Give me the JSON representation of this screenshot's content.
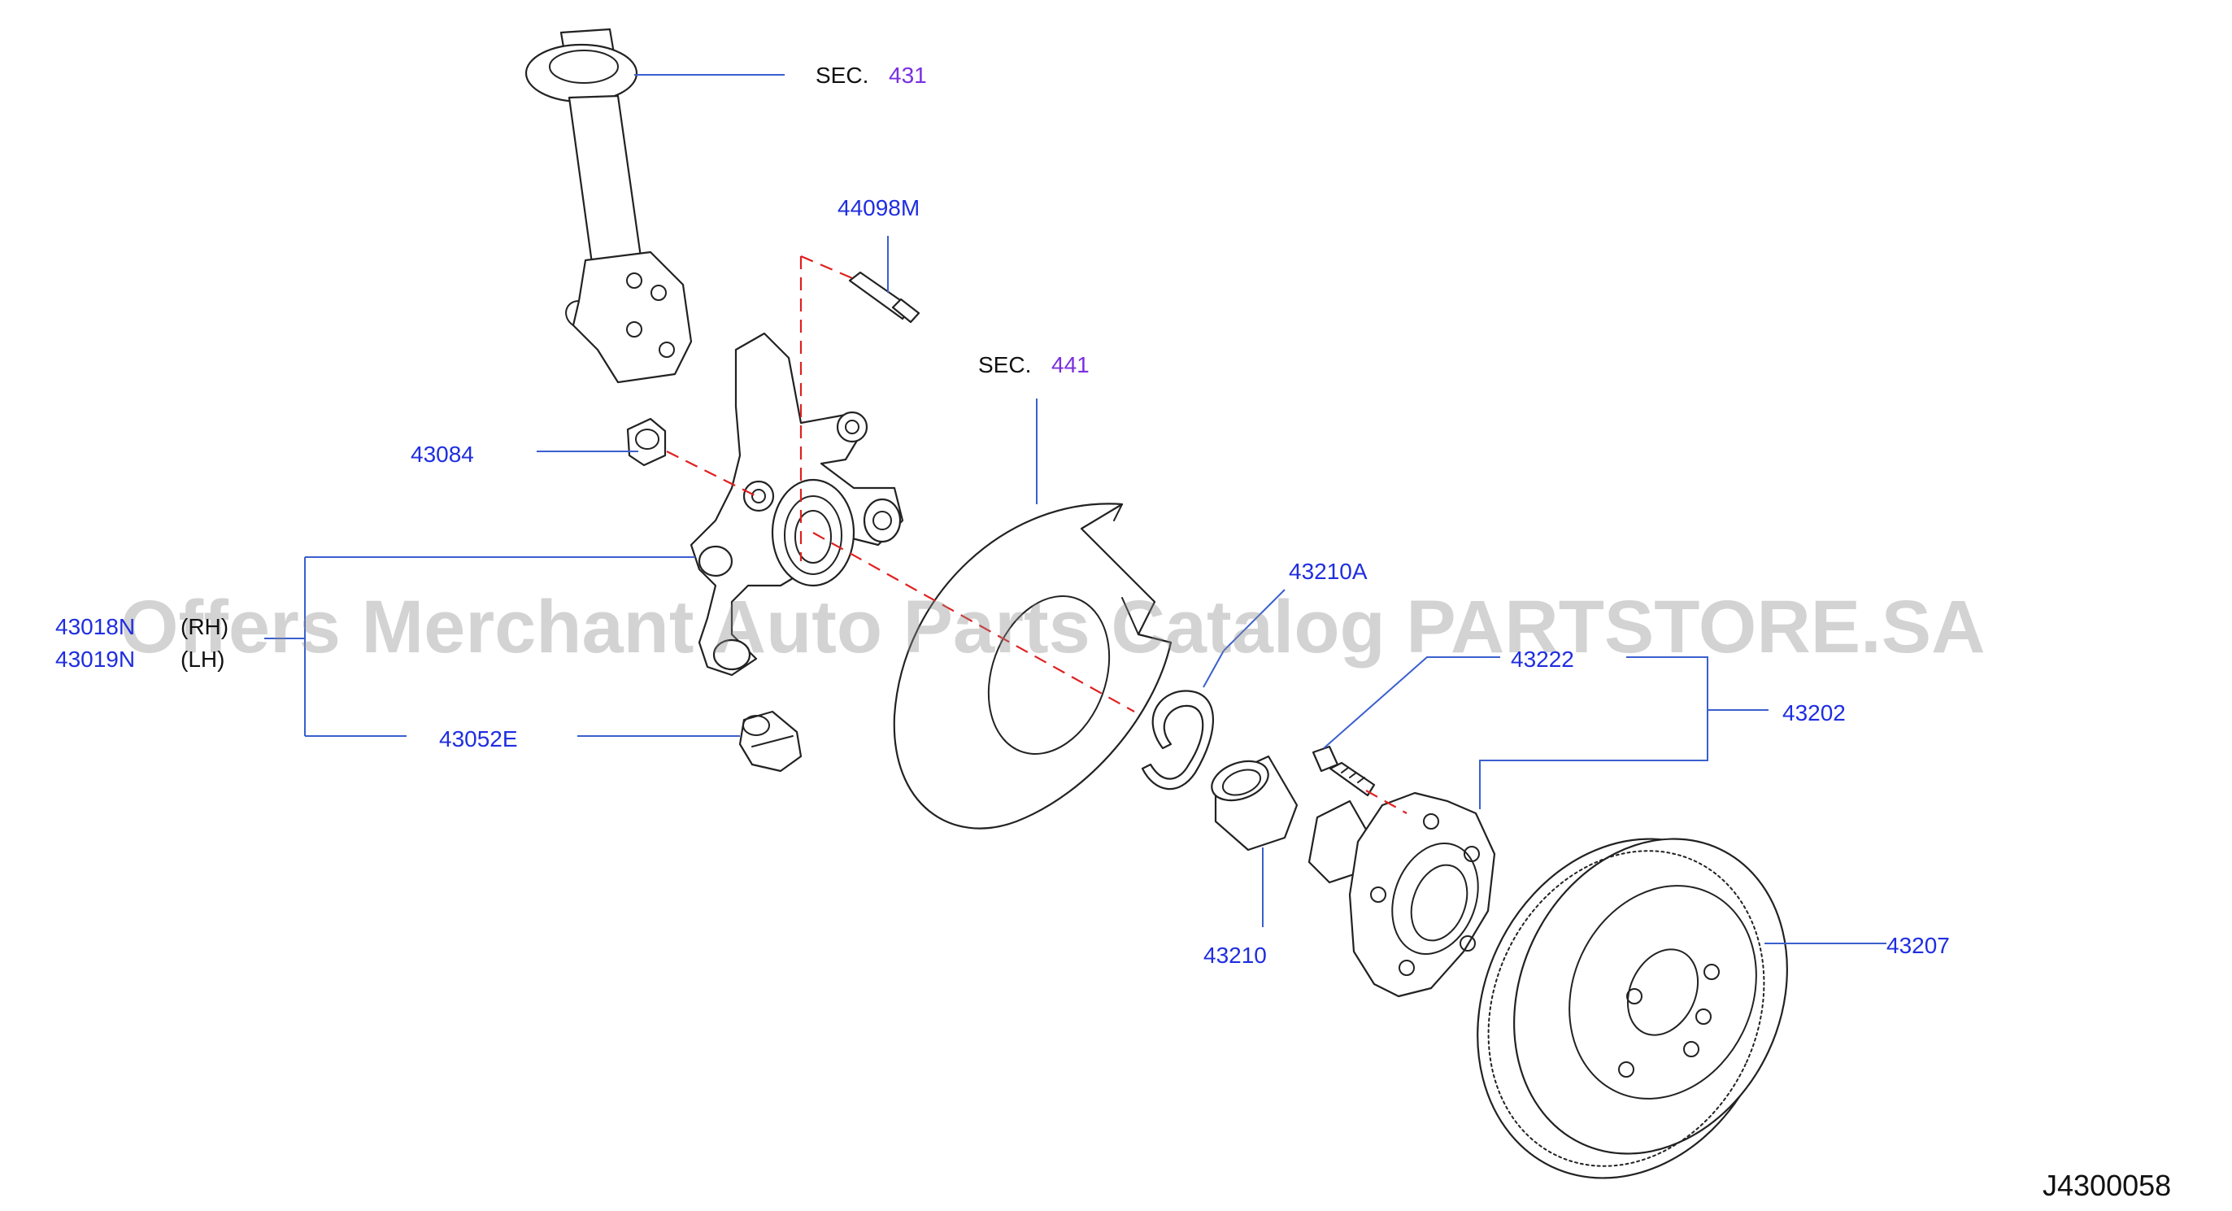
{
  "diagram": {
    "sections": [
      {
        "label": "SEC.",
        "number": "431"
      },
      {
        "label": "SEC.",
        "number": "441"
      }
    ],
    "parts": {
      "p44098M": "44098M",
      "p43084": "43084",
      "p43018N": "43018N",
      "p43019N": "43019N",
      "rh": "(RH)",
      "lh": "(LH)",
      "p43052E": "43052E",
      "p43210A": "43210A",
      "p43222": "43222",
      "p43202": "43202",
      "p43210": "43210",
      "p43207": "43207"
    },
    "illustration_code": "J4300058",
    "watermark": "Offers Merchant Auto Parts Catalog PARTSTORE.SA",
    "colors": {
      "part_number": "#1f2ee0",
      "section_number": "#7a2fe0",
      "leader_line": "#3a5fcf",
      "centerline": "#e02020"
    }
  }
}
